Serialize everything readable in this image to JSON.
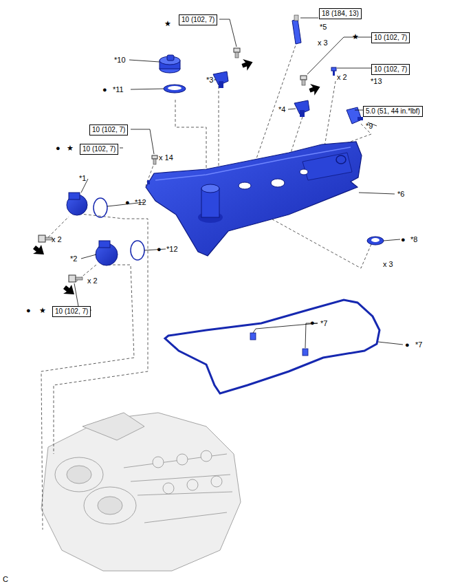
{
  "diagram": {
    "nodes": [
      {
        "text": [
          "10 (102, 7)"
        ]
      },
      {
        "text": [
          "18 (184, 13)"
        ]
      },
      {
        "text": [
          "10 (102, 7)"
        ]
      },
      {
        "text": [
          "10 (102, 7)"
        ]
      },
      {
        "text": [
          "5.0 (51, 44 in.*lbf)"
        ]
      },
      {
        "text": [
          "10 (102, 7)"
        ]
      },
      {
        "text": [
          "10 (102, 7)"
        ]
      },
      {
        "text": [
          "10 (102, 7)"
        ]
      }
    ],
    "labels": [
      "★",
      "*5",
      "x 3",
      "★",
      "*10",
      "x 2",
      "*13",
      "*3",
      "●",
      "*11",
      "*4",
      "*9",
      "x 14",
      "●",
      "★",
      "*1",
      "●",
      "*12",
      "*6",
      "x 2",
      "*2",
      "●",
      "*12",
      "●",
      "*8",
      "x 3",
      "x 2",
      "●",
      "★",
      "●",
      "*7",
      "●",
      "*7",
      "C"
    ]
  }
}
